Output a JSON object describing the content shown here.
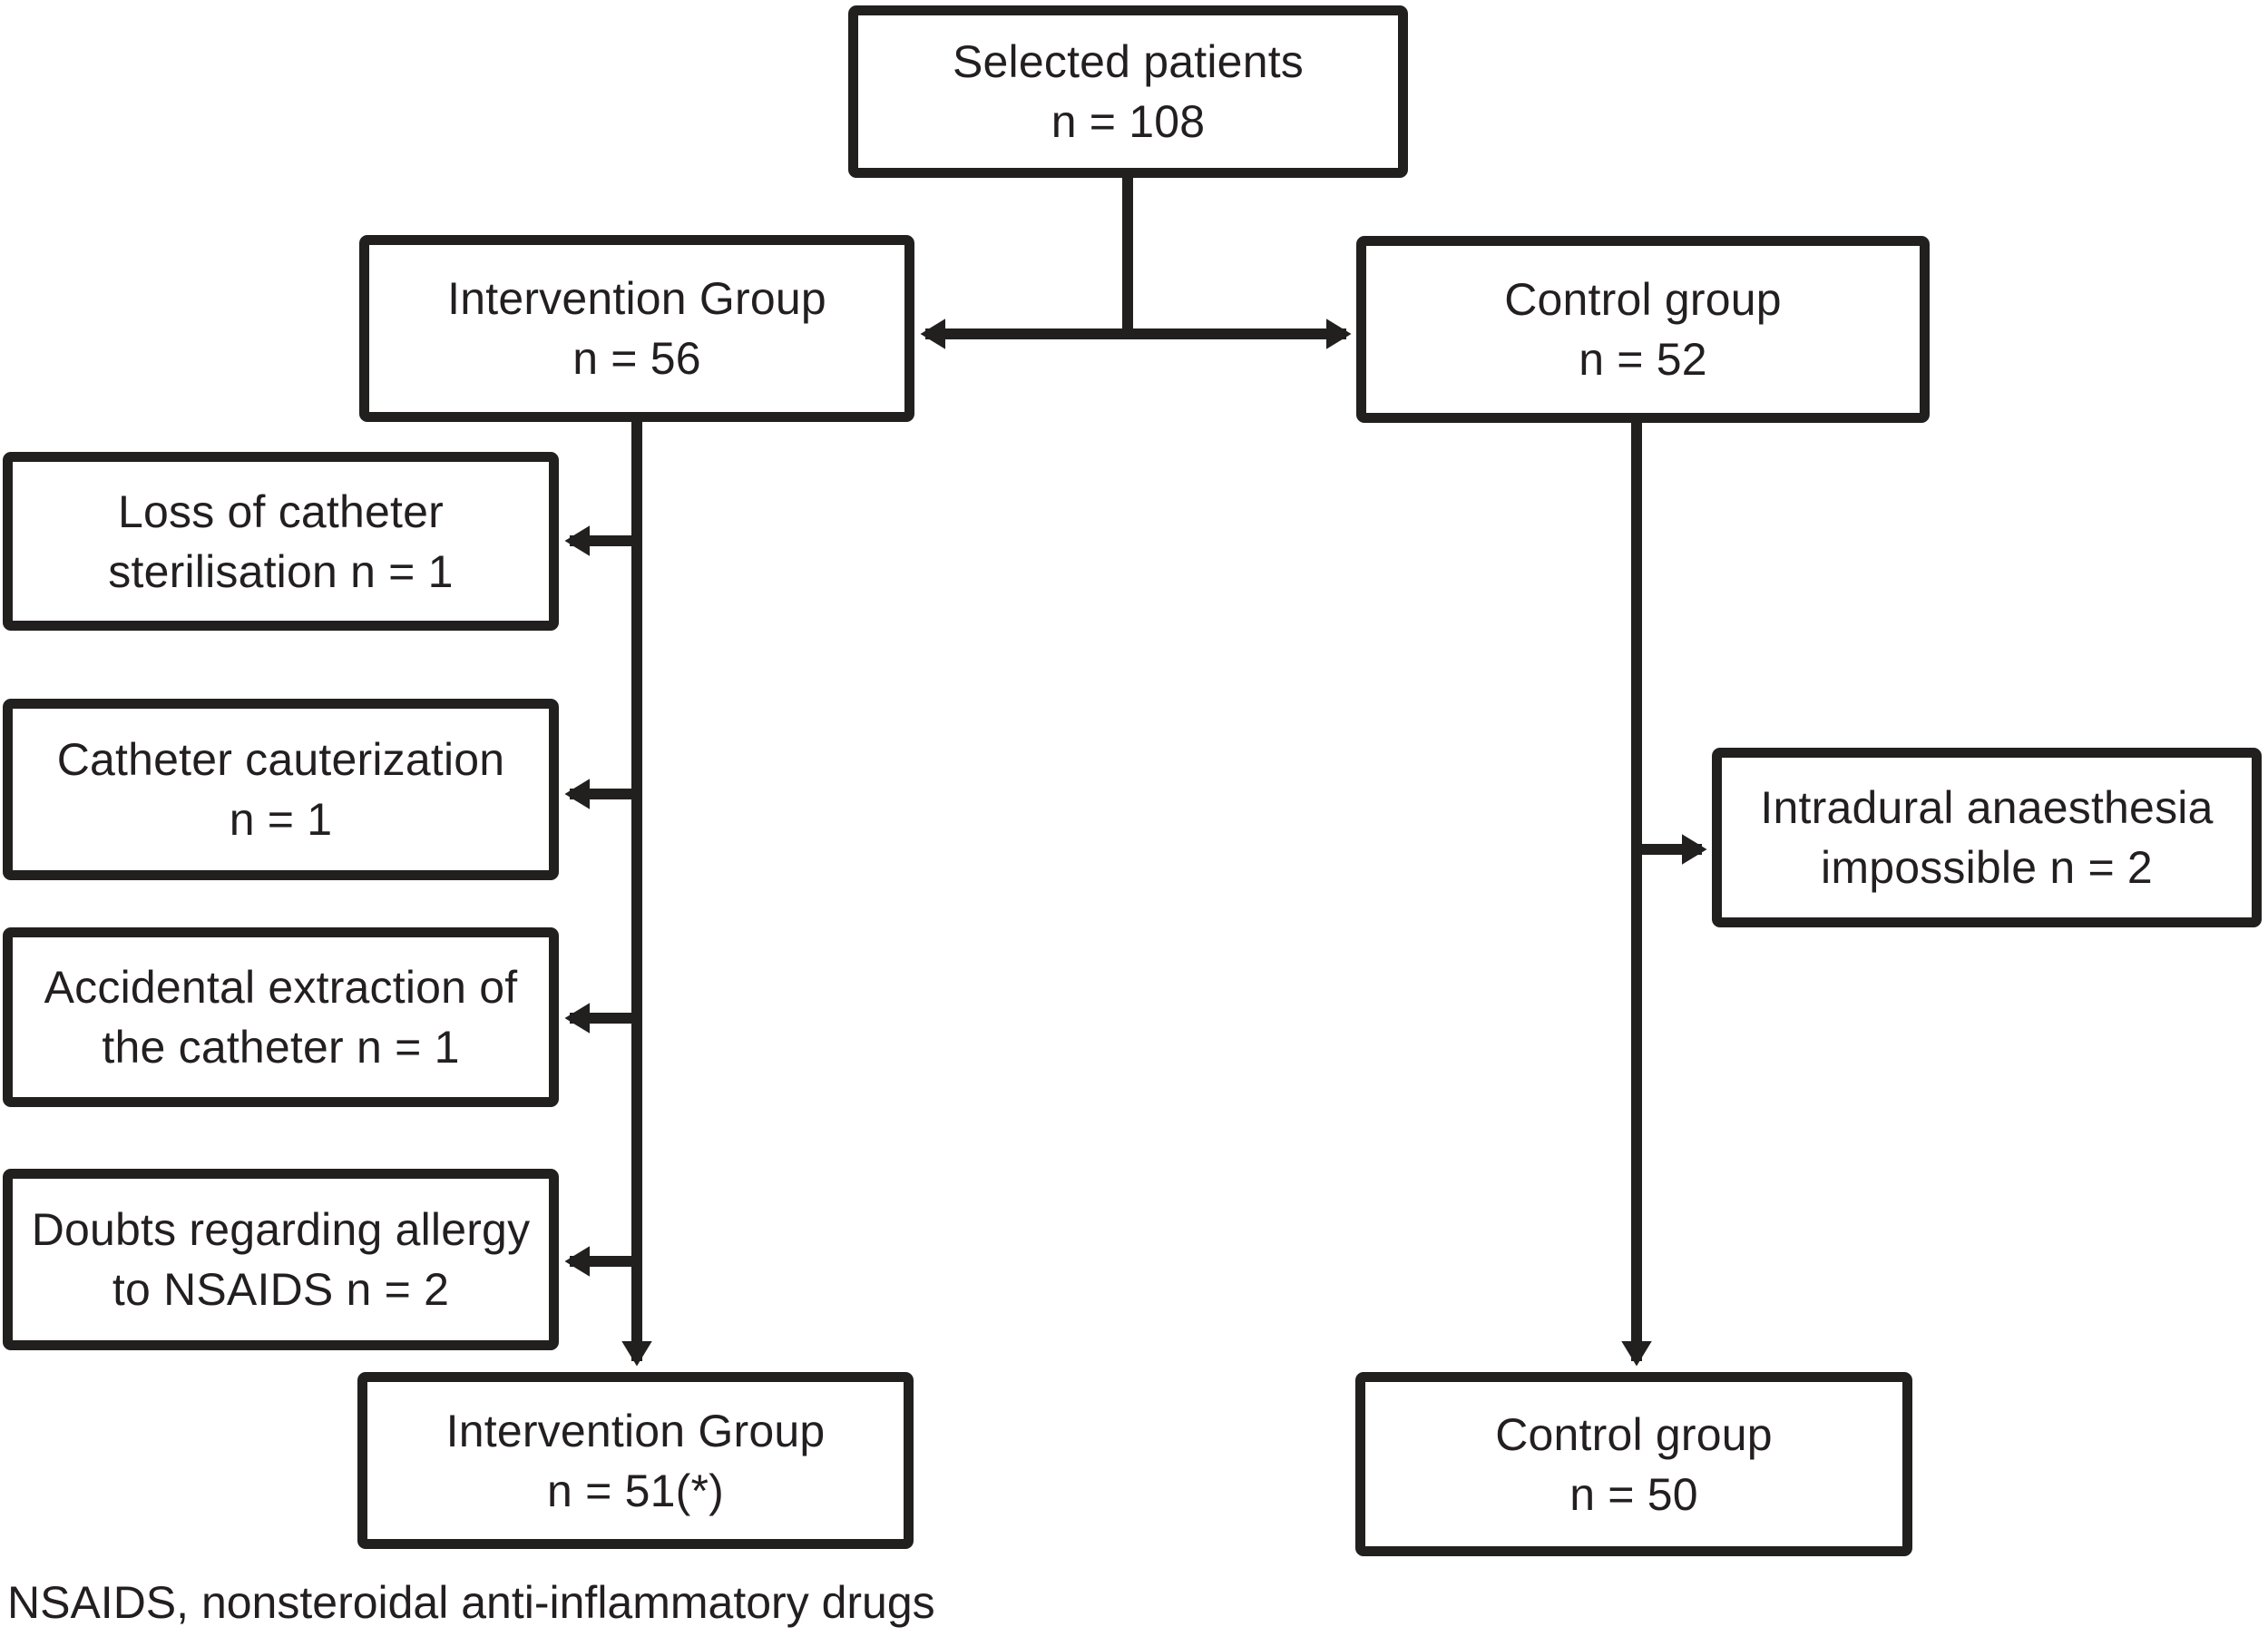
{
  "diagram": {
    "type": "flowchart",
    "nodes": {
      "selected": {
        "line1": "Selected patients",
        "line2": "n = 108"
      },
      "intervention_top": {
        "line1": "Intervention Group",
        "line2": "n = 56"
      },
      "control_top": {
        "line1": "Control group",
        "line2": "n = 52"
      },
      "exclusion_sterilisation": {
        "line1": "Loss of catheter",
        "line2": "sterilisation n = 1"
      },
      "exclusion_cauterization": {
        "line1": "Catheter cauterization",
        "line2": "n = 1"
      },
      "exclusion_extraction": {
        "line1": "Accidental extraction of",
        "line2": "the catheter n = 1"
      },
      "exclusion_allergy": {
        "line1": "Doubts regarding allergy",
        "line2": "to NSAIDS n = 2"
      },
      "exclusion_intradural": {
        "line1": "Intradural anaesthesia",
        "line2": "impossible n = 2"
      },
      "intervention_bottom": {
        "line1": "Intervention Group",
        "line2": "n = 51(*)"
      },
      "control_bottom": {
        "line1": "Control group",
        "line2": "n = 50"
      }
    },
    "edges": [
      {
        "from": "selected",
        "to": "intervention_top",
        "arrow": "left"
      },
      {
        "from": "selected",
        "to": "control_top",
        "arrow": "right"
      },
      {
        "from": "intervention_top",
        "to": "exclusion_sterilisation",
        "arrow": "left"
      },
      {
        "from": "intervention_top",
        "to": "exclusion_cauterization",
        "arrow": "left"
      },
      {
        "from": "intervention_top",
        "to": "exclusion_extraction",
        "arrow": "left"
      },
      {
        "from": "intervention_top",
        "to": "exclusion_allergy",
        "arrow": "left"
      },
      {
        "from": "intervention_top",
        "to": "intervention_bottom",
        "arrow": "down"
      },
      {
        "from": "control_top",
        "to": "exclusion_intradural",
        "arrow": "right"
      },
      {
        "from": "control_top",
        "to": "control_bottom",
        "arrow": "down"
      }
    ],
    "footnote": "NSAIDS, nonsteroidal anti-inflammatory drugs",
    "colors": {
      "line": "#221f1f",
      "text": "#231f20",
      "background": "#ffffff",
      "box_fill": "#ffffff"
    }
  }
}
